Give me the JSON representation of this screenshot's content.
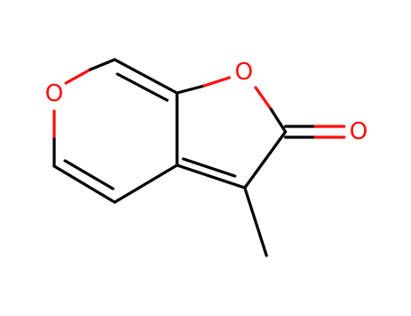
{
  "colors": {
    "carbon_bond": "#000000",
    "oxygen": "#ff0d0d",
    "background": "#ffffff"
  },
  "atoms": {
    "o_pyran": "O",
    "o_furan": "O",
    "o_carbonyl": "O"
  }
}
